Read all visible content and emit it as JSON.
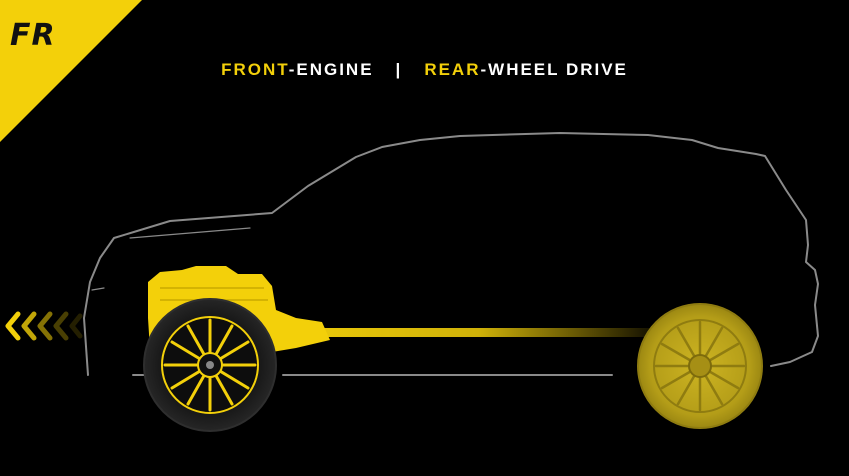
{
  "badge": {
    "label": "FR"
  },
  "headline": {
    "part1_accent": "FRONT",
    "part1_rest": "-ENGINE",
    "separator": "|",
    "part2_accent": "REAR",
    "part2_rest": "-WHEEL DRIVE"
  },
  "colors": {
    "accent_yellow": "#f3d00a",
    "rear_wheel_gold": "#b9a21b",
    "outline_gray": "#8a8a8a",
    "background": "#000000"
  },
  "icons": {
    "motion_chevrons": "chevron-left-icon",
    "engine": "engine-block-icon",
    "front_wheel": "wheel-icon",
    "rear_wheel": "wheel-icon"
  }
}
